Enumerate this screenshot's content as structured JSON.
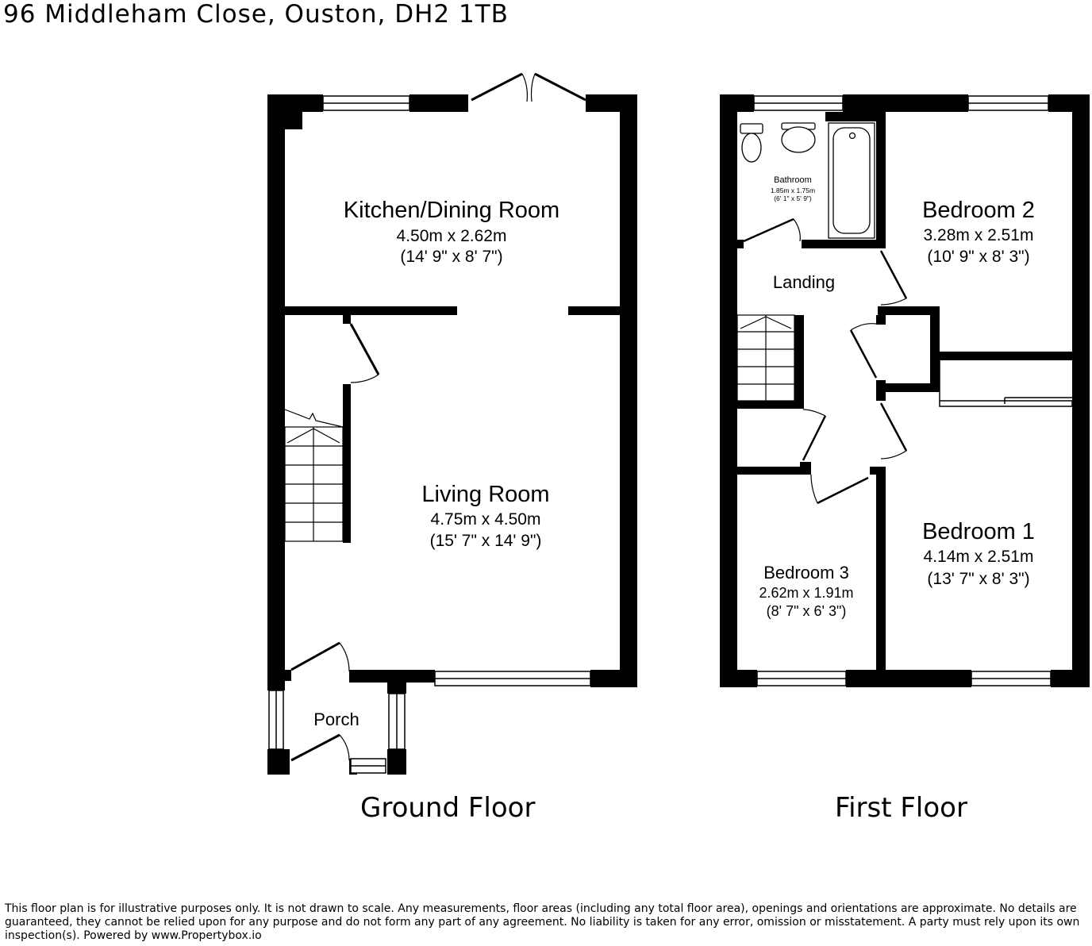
{
  "title": "96 Middleham Close, Ouston, DH2 1TB",
  "floors": {
    "ground": {
      "label": "Ground Floor",
      "rooms": {
        "kitchen": {
          "name": "Kitchen/Dining Room",
          "metric": "4.50m x 2.62m",
          "imperial": "(14' 9\" x 8' 7\")"
        },
        "living": {
          "name": "Living Room",
          "metric": "4.75m x 4.50m",
          "imperial": "(15' 7\" x 14' 9\")"
        },
        "porch": {
          "name": "Porch"
        }
      }
    },
    "first": {
      "label": "First Floor",
      "rooms": {
        "bathroom": {
          "name": "Bathroom",
          "metric": "1.85m x 1.75m",
          "imperial": "(6' 1\" x 5' 9\")"
        },
        "landing": {
          "name": "Landing"
        },
        "bedroom2": {
          "name": "Bedroom 2",
          "metric": "3.28m x 2.51m",
          "imperial": "(10' 9\" x 8' 3\")"
        },
        "bedroom1": {
          "name": "Bedroom 1",
          "metric": "4.14m x 2.51m",
          "imperial": "(13' 7\" x 8' 3\")"
        },
        "bedroom3": {
          "name": "Bedroom 3",
          "metric": "2.62m x 1.91m",
          "imperial": "(8' 7\" x 6' 3\")"
        }
      }
    }
  },
  "disclaimer": "This floor plan is for illustrative purposes only. It is not drawn to scale. Any measurements, floor areas (including any total floor area), openings and orientations are approximate. No details are guaranteed, they cannot be relied upon for any purpose and do not form any part of any agreement. No liability is taken for any error, omission or misstatement. A party must rely upon its own inspection(s). Powered by www.Propertybox.io"
}
